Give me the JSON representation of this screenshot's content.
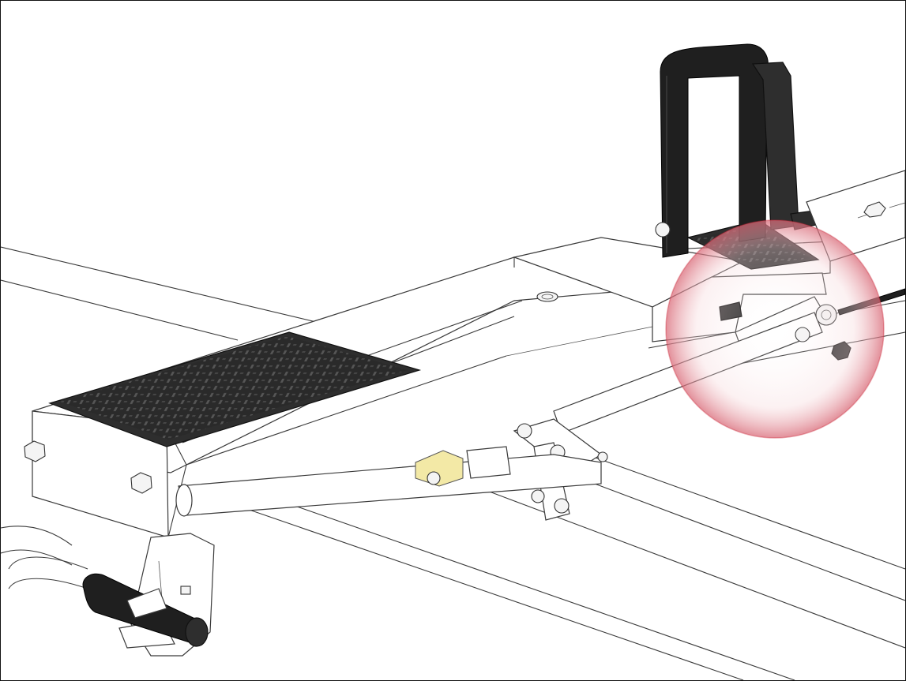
{
  "figure": {
    "parts": [
      "frame-tube",
      "front-footplate",
      "center-plate",
      "top-bracket-plate",
      "u-handle",
      "side-bar",
      "side-bolt",
      "side-nut",
      "adjustment-screw",
      "lower-clamp",
      "release-lever-handle",
      "caster-bracket",
      "yellow-clip"
    ],
    "highlight": {
      "shape": "circle",
      "color": "#cc2233",
      "meaning": "detail callout"
    },
    "colors": {
      "line": "#3a3a3a",
      "rubber": "#2e2e2e",
      "background": "#ffffff",
      "highlight": "#cc2233",
      "clip": "#f3e9a6"
    }
  }
}
